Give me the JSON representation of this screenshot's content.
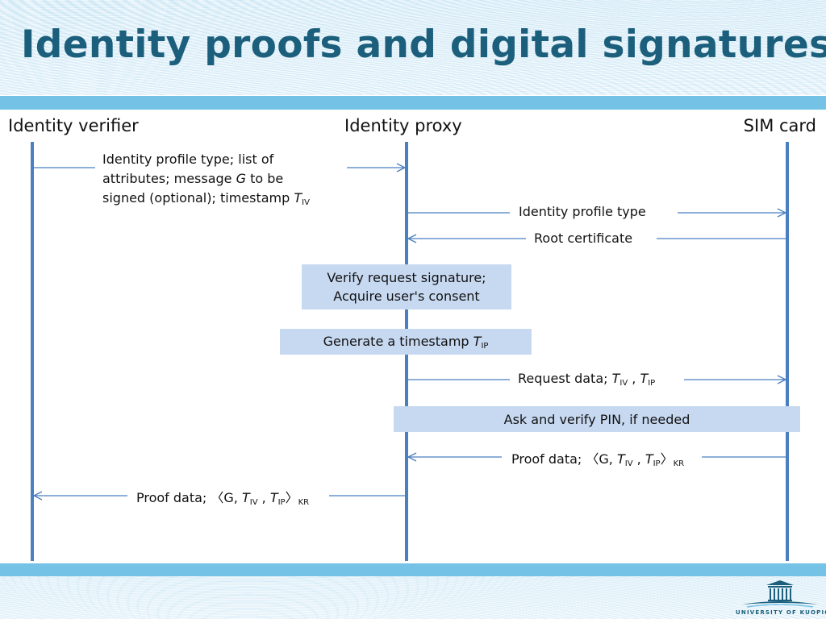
{
  "slide": {
    "title": "Identity proofs and digital signatures",
    "logo_text": "UNIVERSITY OF KUOPIO"
  },
  "actors": {
    "verifier": "Identity verifier",
    "proxy": "Identity proxy",
    "sim": "SIM card"
  },
  "messages": {
    "m1": {
      "line1": "Identity profile type; list of",
      "line2_pre": "attributes; message ",
      "line2_var": "G",
      "line2_post": " to be",
      "line3_pre": "signed (optional); timestamp ",
      "line3_var": "T",
      "line3_sub": "IV"
    },
    "m2": "Identity profile type",
    "m3": "Root certificate",
    "m4": {
      "pre": "Request data; ",
      "t": "T",
      "sub1": "IV",
      "sep": " , ",
      "sub2": "IP"
    },
    "m5": {
      "pre": "Proof data; 〈G, ",
      "t": "T",
      "sub1": "IV",
      "sep": " , ",
      "sub2": "IP",
      "close": "〉",
      "sub3": "KR"
    },
    "m6": {
      "pre": "Proof data; 〈G, ",
      "t": "T",
      "sub1": "IV",
      "sep": " , ",
      "sub2": "IP",
      "close": "〉",
      "sub3": "KR"
    }
  },
  "boxes": {
    "verify": {
      "line1": "Verify request signature;",
      "line2": "Acquire user's consent"
    },
    "timestamp": {
      "pre": "Generate a timestamp ",
      "var": "T",
      "sub": "IP"
    },
    "pin": "Ask and verify PIN, if needed"
  },
  "colors": {
    "title": "#1b5f7c",
    "band": "#74c3e6",
    "lifeline": "#4a7fc1",
    "box_fill": "#c7d9f1"
  }
}
